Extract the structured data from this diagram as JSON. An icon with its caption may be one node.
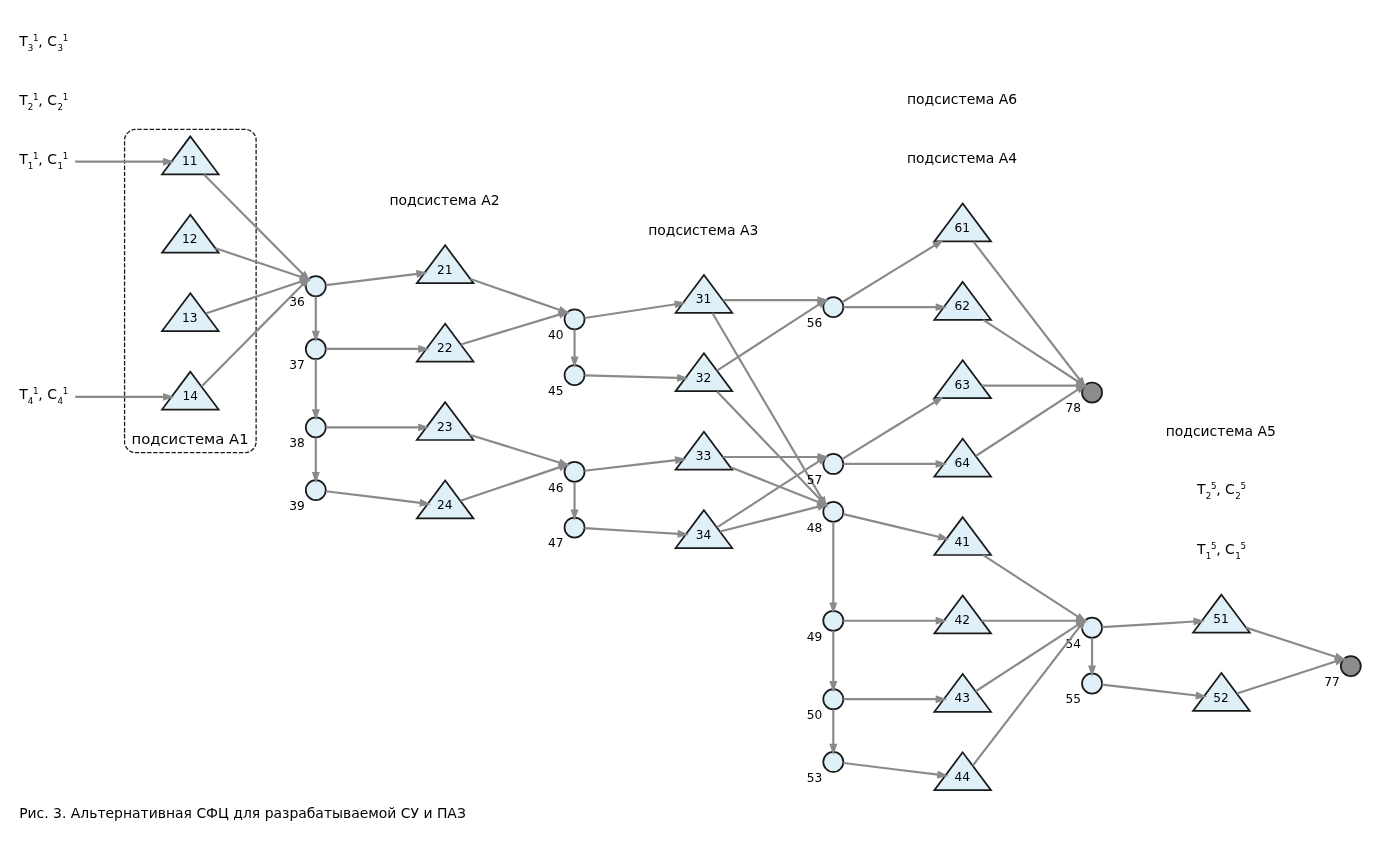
{
  "diagram": {
    "caption": "Рис. 3. Альтернативная СФЦ для разрабатываемой СУ и ПАЗ",
    "nodes": [
      {
        "text": [
          "T$_{1}$$^{1}$, C$_{1}$$^{1}$"
        ]
      },
      {
        "text": [
          "подсистема A1"
        ]
      },
      {
        "text": [
          "11"
        ],
        "in": 1
      },
      {
        "text": [
          "12"
        ],
        "in": 1
      },
      {
        "text": [
          "13"
        ],
        "in": 1
      },
      {
        "text": [
          "14"
        ],
        "in": 1
      },
      {
        "text": [
          "T$_{4}$$^{1}$, C$_{4}$$^{1}$"
        ]
      },
      {
        "text": [],
        "shape": "circle",
        "beside": [
          "36"
        ]
      },
      {
        "text": [],
        "shape": "circle",
        "beside": [
          "37"
        ]
      },
      {
        "text": [],
        "shape": "circle",
        "beside": [
          "38"
        ]
      },
      {
        "text": [],
        "shape": "circle",
        "beside": [
          "39"
        ]
      },
      {
        "text": [
          "21"
        ]
      },
      {
        "text": [
          "22"
        ]
      },
      {
        "text": [
          "23"
        ]
      },
      {
        "text": [
          "24"
        ]
      },
      {
        "text": [],
        "shape": "circle",
        "beside": [
          "40"
        ]
      },
      {
        "text": [],
        "shape": "circle",
        "beside": [
          "45"
        ]
      },
      {
        "text": [],
        "shape": "circle",
        "beside": [
          "46"
        ]
      },
      {
        "text": [],
        "shape": "circle",
        "beside": [
          "47"
        ]
      },
      {
        "text": [
          "31"
        ]
      },
      {
        "text": [
          "32"
        ]
      },
      {
        "text": [
          "33"
        ]
      },
      {
        "text": [
          "34"
        ]
      },
      {
        "text": [],
        "shape": "circle",
        "beside": [
          "48"
        ]
      },
      {
        "text": [],
        "shape": "circle",
        "beside": [
          "49"
        ]
      },
      {
        "text": [],
        "shape": "circle",
        "beside": [
          "50"
        ]
      },
      {
        "text": [],
        "shape": "circle",
        "beside": [
          "53"
        ]
      },
      {
        "text": [
          "41"
        ]
      },
      {
        "text": [
          "42"
        ]
      },
      {
        "text": [
          "43"
        ]
      },
      {
        "text": [
          "44"
        ]
      },
      {
        "text": [],
        "shape": "circle",
        "beside": [
          "54"
        ]
      },
      {
        "text": [],
        "shape": "circle",
        "beside": [
          "55"
        ]
      },
      {
        "text": [
          "51"
        ]
      },
      {
        "text": [
          "52"
        ]
      },
      {
        "text": [],
        "shape": "circle",
        "beside": [
          "77"
        ]
      },
      {
        "text": [],
        "shape": "circle",
        "beside": [
          "56"
        ]
      },
      {
        "text": [],
        "shape": "circle",
        "beside": [
          "57"
        ]
      },
      {
        "text": [
          "61"
        ]
      },
      {
        "text": [
          "62"
        ]
      },
      {
        "text": [
          "63"
        ]
      },
      {
        "text": [
          "64"
        ]
      },
      {
        "text": [],
        "shape": "circle",
        "beside": [
          "78"
        ]
      }
    ],
    "edges": [
      {
        "from": 0,
        "to": 2,
        "arrow": "to"
      },
      {
        "from": 6,
        "to": 5,
        "arrow": "to"
      },
      {
        "from": 2,
        "to": 7,
        "arrow": "to"
      },
      {
        "from": 3,
        "to": 7,
        "arrow": "to"
      },
      {
        "from": 4,
        "to": 7,
        "arrow": "to"
      },
      {
        "from": 5,
        "to": 7,
        "arrow": "to"
      },
      {
        "from": 7,
        "to": 11,
        "arrow": "to"
      },
      {
        "from": 7,
        "to": 8,
        "arrow": "to"
      },
      {
        "from": 8,
        "to": 12,
        "arrow": "to"
      },
      {
        "from": 8,
        "to": 9,
        "arrow": "to"
      },
      {
        "from": 9,
        "to": 13,
        "arrow": "to"
      },
      {
        "from": 9,
        "to": 10,
        "arrow": "to"
      },
      {
        "from": 10,
        "to": 14,
        "arrow": "to"
      },
      {
        "from": 11,
        "to": 15,
        "arrow": "to"
      },
      {
        "from": 12,
        "to": 15,
        "arrow": "to"
      },
      {
        "from": 15,
        "to": 19,
        "arrow": "to"
      },
      {
        "from": 15,
        "to": 16,
        "arrow": "to"
      },
      {
        "from": 16,
        "to": 20,
        "arrow": "to"
      },
      {
        "from": 13,
        "to": 17,
        "arrow": "to"
      },
      {
        "from": 14,
        "to": 17,
        "arrow": "to"
      },
      {
        "from": 17,
        "to": 21,
        "arrow": "to"
      },
      {
        "from": 17,
        "to": 18,
        "arrow": "to"
      },
      {
        "from": 18,
        "to": 22,
        "arrow": "to"
      },
      {
        "from": 19,
        "to": 23,
        "arrow": "to"
      },
      {
        "from": 20,
        "to": 23,
        "arrow": "to"
      },
      {
        "from": 21,
        "to": 23,
        "arrow": "to"
      },
      {
        "from": 22,
        "to": 23,
        "arrow": "to"
      },
      {
        "from": 19,
        "to": 36,
        "arrow": "to"
      },
      {
        "from": 20,
        "to": 36,
        "arrow": "to"
      },
      {
        "from": 21,
        "to": 37,
        "arrow": "to"
      },
      {
        "from": 22,
        "to": 37,
        "arrow": "to"
      },
      {
        "from": 23,
        "to": 27,
        "arrow": "to"
      },
      {
        "from": 23,
        "to": 24,
        "arrow": "to"
      },
      {
        "from": 24,
        "to": 28,
        "arrow": "to"
      },
      {
        "from": 24,
        "to": 25,
        "arrow": "to"
      },
      {
        "from": 25,
        "to": 29,
        "arrow": "to"
      },
      {
        "from": 25,
        "to": 26,
        "arrow": "to"
      },
      {
        "from": 26,
        "to": 30,
        "arrow": "to"
      },
      {
        "from": 27,
        "to": 31,
        "arrow": "to"
      },
      {
        "from": 28,
        "to": 31,
        "arrow": "to"
      },
      {
        "from": 29,
        "to": 31,
        "arrow": "to"
      },
      {
        "from": 30,
        "to": 31,
        "arrow": "to"
      },
      {
        "from": 31,
        "to": 33,
        "arrow": "to"
      },
      {
        "from": 31,
        "to": 32,
        "arrow": "to"
      },
      {
        "from": 32,
        "to": 34,
        "arrow": "to"
      },
      {
        "from": 33,
        "to": 35,
        "arrow": "to"
      },
      {
        "from": 34,
        "to": 35,
        "arrow": "to"
      },
      {
        "from": 36,
        "to": 38,
        "arrow": "to"
      },
      {
        "from": 36,
        "to": 39,
        "arrow": "to"
      },
      {
        "from": 37,
        "to": 40,
        "arrow": "to"
      },
      {
        "from": 37,
        "to": 41,
        "arrow": "to"
      },
      {
        "from": 38,
        "to": 42,
        "arrow": "to"
      },
      {
        "from": 39,
        "to": 42,
        "arrow": "to"
      },
      {
        "from": 40,
        "to": 42,
        "arrow": "to"
      },
      {
        "from": 41,
        "to": 42,
        "arrow": "to"
      }
    ],
    "labels": [
      "T$_{2}$$^{1}$, C$_{2}$$^{1}$",
      "T$_{3}$$^{1}$, C$_{3}$$^{1}$",
      "T$_{1}$$^{5}$, C$_{1}$$^{5}$",
      "T$_{2}$$^{5}$, C$_{2}$$^{5}$",
      "подсистема A2",
      "подсистема A3",
      "подсистема A4",
      "подсистема A5",
      "подсистема A6"
    ]
  }
}
